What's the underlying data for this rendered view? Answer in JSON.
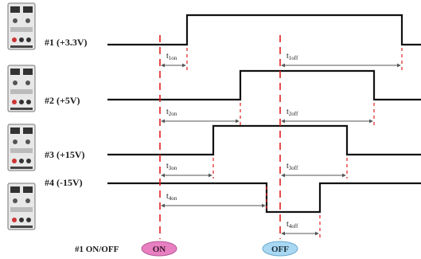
{
  "channels": [
    {
      "id": "#1",
      "label": "#1  (+3.3V)",
      "t_on": {
        "base": "t",
        "sub": "1on"
      },
      "t_off": {
        "base": "t",
        "sub": "1off"
      }
    },
    {
      "id": "#2",
      "label": "#2  (+5V)",
      "t_on": {
        "base": "t",
        "sub": "2on"
      },
      "t_off": {
        "base": "t",
        "sub": "2off"
      }
    },
    {
      "id": "#3",
      "label": "#3  (+15V)",
      "t_on": {
        "base": "t",
        "sub": "3on"
      },
      "t_off": {
        "base": "t",
        "sub": "3off"
      }
    },
    {
      "id": "#4",
      "label": "#4  (-15V)",
      "t_on": {
        "base": "t",
        "sub": "4on"
      },
      "t_off": {
        "base": "t",
        "sub": "4off"
      }
    }
  ],
  "control": {
    "label": "#1 ON/OFF",
    "on_label": "ON",
    "off_label": "OFF",
    "on_color": "#e77fc1",
    "off_color": "#a9d8f3"
  },
  "colors": {
    "signal": "#111111",
    "marker": "#e02020",
    "arrow": "#555555"
  }
}
